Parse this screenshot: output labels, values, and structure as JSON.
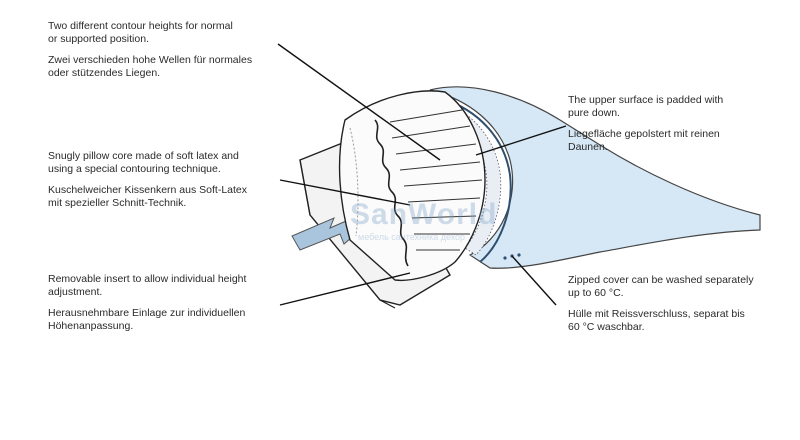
{
  "callouts": {
    "contour": {
      "en": "Two different contour heights for normal\nor supported position.",
      "de": "Zwei verschieden hohe Wellen für normales\noder stützendes Liegen."
    },
    "core": {
      "en": "Snugly pillow core made of soft latex and\nusing a special contouring technique.",
      "de": "Kuschelweicher Kissenkern aus Soft-Latex\nmit spezieller Schnitt-Technik."
    },
    "insert": {
      "en": "Removable insert to allow individual height\nadjustment.",
      "de": "Herausnehmbare Einlage zur individuellen\nHöhenanpassung."
    },
    "upper": {
      "en": "The upper surface is padded with\npure down.",
      "de": "Liegefläche gepolstert mit reinen\nDaunen."
    },
    "zip": {
      "en": "Zipped cover can be washed separately\nup to 60 °C.",
      "de": "Hülle mit Reissverschluss, separat bis\n60 °C waschbar."
    }
  },
  "watermark": {
    "brand": "SanWorld",
    "sub": "мебель сантехника декор"
  },
  "colors": {
    "line": "#1a1a1a",
    "cover_blue": "#cfe3f3",
    "arrow_blue": "#a8c3dc",
    "insert_fill": "#f2f2f2"
  }
}
